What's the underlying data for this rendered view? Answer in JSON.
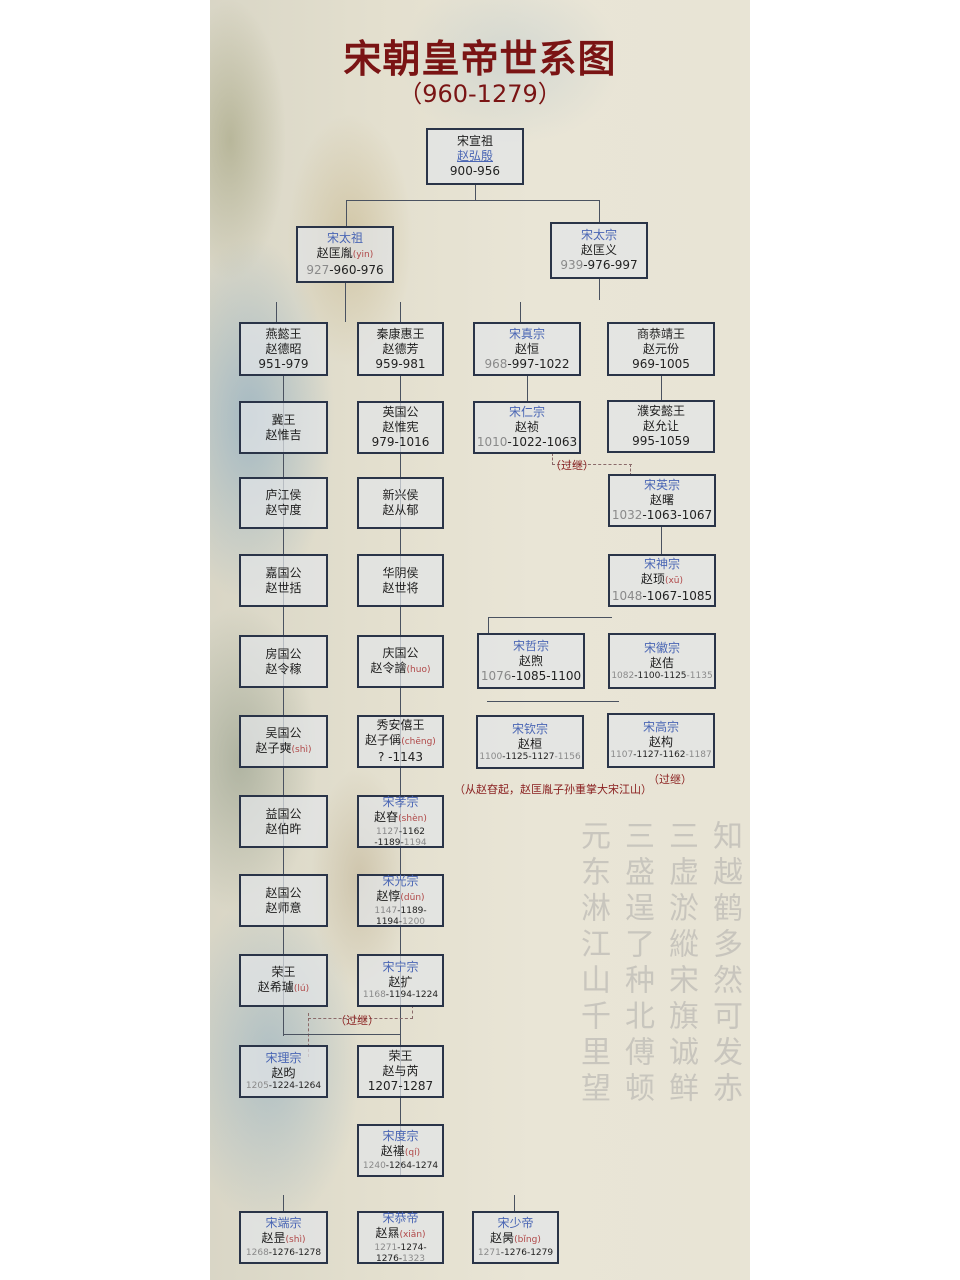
{
  "header": {
    "title": "宋朝皇帝世系图",
    "subtitle": "（960-1279）"
  },
  "nodes": {
    "xuanzu": {
      "title": "宋宣祖",
      "name": "赵弘殷",
      "years": "900-956"
    },
    "taizu": {
      "title": "宋太祖",
      "name": "赵匡胤",
      "pinyin": "(yin)",
      "years_gray": "927",
      "years": "-960-976"
    },
    "taizong": {
      "title": "宋太宗",
      "name": "赵匡义",
      "years_gray": "939",
      "years": "-976-997"
    },
    "yanyiwang": {
      "title": "燕懿王",
      "name": "赵德昭",
      "years": "951-979"
    },
    "qinkanghuiwang": {
      "title": "秦康惠王",
      "name": "赵德芳",
      "years": "959-981"
    },
    "zhenzong": {
      "title": "宋真宗",
      "name": "赵恒",
      "years_gray": "968",
      "years": "-997-1022"
    },
    "shanggongjingwang": {
      "title": "商恭靖王",
      "name": "赵元份",
      "years": "969-1005"
    },
    "jiwang": {
      "title": "冀王",
      "name": "赵惟吉"
    },
    "yingguogong": {
      "title": "英国公",
      "name": "赵惟宪",
      "years": "979-1016"
    },
    "renzong": {
      "title": "宋仁宗",
      "name": "赵祯",
      "years_gray": "1010",
      "years": "-1022-1063"
    },
    "puanyiwang": {
      "title": "濮安懿王",
      "name": "赵允让",
      "years": "995-1059"
    },
    "lujianghou": {
      "title": "庐江侯",
      "name": "赵守度"
    },
    "xinxinghou": {
      "title": "新兴侯",
      "name": "赵从郁"
    },
    "yingzong": {
      "title": "宋英宗",
      "name": "赵曙",
      "years_gray": "1032",
      "years": "-1063-1067"
    },
    "jiaguogong": {
      "title": "嘉国公",
      "name": "赵世括"
    },
    "huayinhou": {
      "title": "华阴侯",
      "name": "赵世将"
    },
    "shenzong": {
      "title": "宋神宗",
      "name": "赵顼",
      "pinyin": "(xū)",
      "years_gray": "1048",
      "years": "-1067-1085"
    },
    "fangguogong": {
      "title": "房国公",
      "name": "赵令稼"
    },
    "qingguogong": {
      "title": "庆国公",
      "name": "赵令譮",
      "pinyin": "(huo)"
    },
    "zhezong": {
      "title": "宋哲宗",
      "name": "赵煦",
      "years_gray": "1076",
      "years": "-1085-1100"
    },
    "huizong": {
      "title": "宋徽宗",
      "name": "赵佶",
      "years_gray": "1082",
      "years": "-1100-1125",
      "years_tail": "-1135"
    },
    "wuguogong": {
      "title": "吴国公",
      "name": "赵子奭",
      "pinyin": "(shì)"
    },
    "xiuanxiwang": {
      "title": "秀安僖王",
      "name": "赵子偁",
      "pinyin": "(chēng)",
      "years": "? -1143"
    },
    "qinzong": {
      "title": "宋钦宗",
      "name": "赵桓",
      "years_gray": "1100",
      "years": "-1125-1127",
      "years_tail": "-1156"
    },
    "gaozong": {
      "title": "宋高宗",
      "name": "赵构",
      "years_gray": "1107",
      "years": "-1127-1162",
      "years_tail": "-1187"
    },
    "yiguogong": {
      "title": "益国公",
      "name": "赵伯旿"
    },
    "xiaozong": {
      "title": "宋孝宗",
      "name": "赵昚",
      "pinyin": "(shèn)",
      "years_gray": "1127",
      "years": "-1162",
      "years2": "-1189-",
      "years2_tail": "1194"
    },
    "zhaoguogong": {
      "title": "赵国公",
      "name": "赵师意"
    },
    "guangzong": {
      "title": "宋光宗",
      "name": "赵惇",
      "pinyin": "(dūn)",
      "years_gray": "1147",
      "years": "-1189-",
      "years2": "1194-",
      "years2_tail": "1200"
    },
    "rongwang": {
      "title": "荣王",
      "name": "赵希瓐",
      "pinyin": "(lú)"
    },
    "ningzong": {
      "title": "宋宁宗",
      "name": "赵扩",
      "years_gray": "1168",
      "years": "-1194-1224"
    },
    "lizong": {
      "title": "宋理宗",
      "name": "赵昀",
      "years_gray": "1205",
      "years": "-1224-1264"
    },
    "rongwang2": {
      "title": "荣王",
      "name": "赵与芮",
      "years": "1207-1287"
    },
    "duzong": {
      "title": "宋度宗",
      "name": "赵禥",
      "pinyin": "(qí)",
      "years_gray": "1240",
      "years": "-1264-1274"
    },
    "duanzong": {
      "title": "宋端宗",
      "name": "赵昰",
      "pinyin": "(shì)",
      "years_gray": "1268",
      "years": "-1276-1278"
    },
    "gongdi": {
      "title": "宋恭帝",
      "name": "赵㬎",
      "pinyin": "(xiǎn)",
      "years_gray": "1271",
      "years": "-1274-",
      "years2": "1276-",
      "years2_tail": "1323"
    },
    "shaodi": {
      "title": "宋少帝",
      "name": "赵昺",
      "pinyin": "(bǐng)",
      "years_gray": "1271",
      "years": "-1276-1279"
    }
  },
  "notes": {
    "adoption1": "（过继）",
    "adoption2": "（过继）",
    "adoption3": "（过继）",
    "taizu_line": "（从赵昚起，赵匡胤子孙重掌大宋江山）"
  },
  "colors": {
    "title": "#7a1414",
    "emperor_title": "#4a66b4",
    "pinyin": "#b04848",
    "note": "#8a2020",
    "box_border": "#2a3448"
  }
}
